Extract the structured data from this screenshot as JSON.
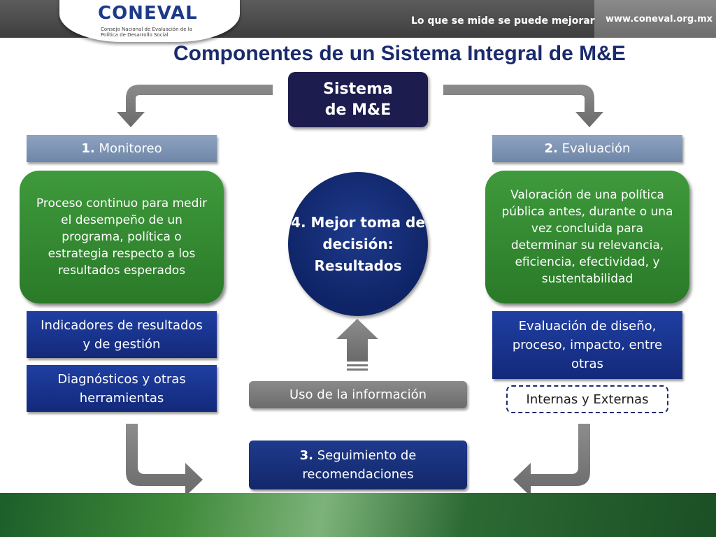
{
  "header": {
    "logo_text": "CONEVAL",
    "logo_subtitle": "Consejo Nacional de Evaluación de la Política de Desarrollo Social",
    "slogan": "Lo que se mide se puede mejorar",
    "url": "www.coneval.org.mx"
  },
  "title": "Componentes de un Sistema Integral de M&E",
  "center": {
    "sistema": "Sistema de M&E",
    "mejor": "4. Mejor toma de decisión: Resultados",
    "uso": "Uso de la información",
    "seguimiento_num": "3.",
    "seguimiento_text": "Seguimiento de recomendaciones"
  },
  "left": {
    "header_num": "1.",
    "header_text": "Monitoreo",
    "description": "Proceso continuo para medir el desempeño de un programa, política o estrategia respecto a los resultados esperados",
    "box1": "Indicadores de resultados y de gestión",
    "box2": "Diagnósticos y otras herramientas"
  },
  "right": {
    "header_num": "2.",
    "header_text": "Evaluación",
    "description": "Valoración de una política pública antes, durante o una vez concluida para determinar su relevancia, eficiencia, efectividad, y sustentabilidad",
    "box1": "Evaluación de diseño, proceso, impacto, entre otras",
    "dashed": "Internas y Externas"
  },
  "colors": {
    "title": "#1a2a6e",
    "sistema_bg": "#1c1c4e",
    "green": "#2f862c",
    "blue": "#1a3591",
    "steel": "#7f94b4",
    "gray": "#7a7a7a",
    "arrow": "#7a7a7a"
  }
}
